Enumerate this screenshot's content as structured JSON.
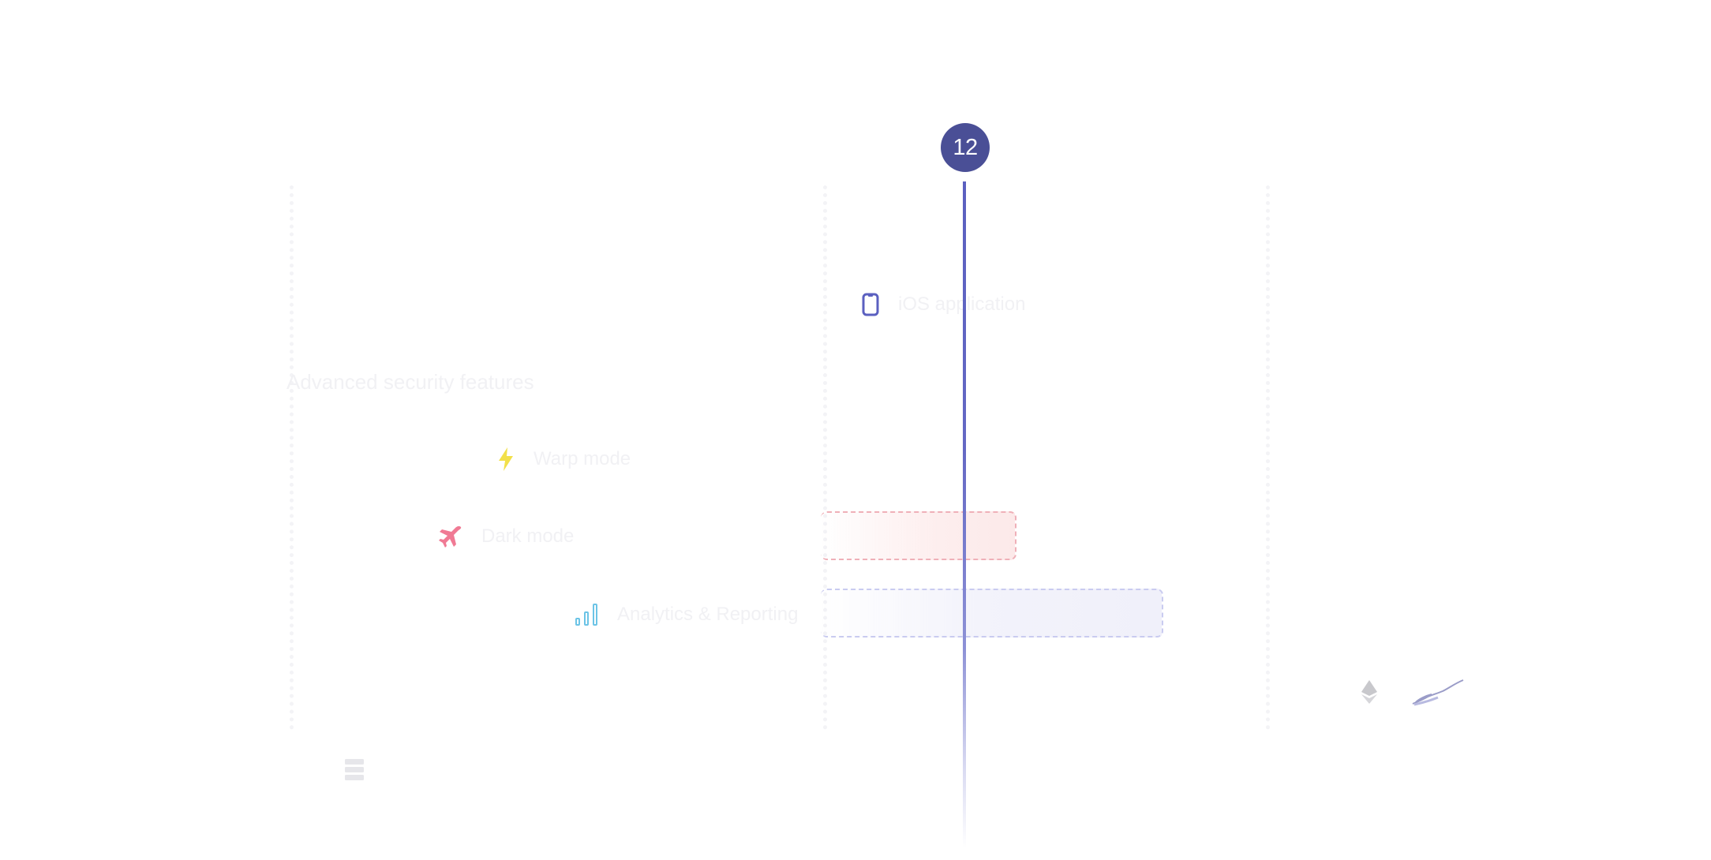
{
  "timeline": {
    "marker_value": "12"
  },
  "section": {
    "title": "Advanced security features"
  },
  "items": [
    {
      "label": "iOS application",
      "icon": "phone-icon",
      "color": "#5b60c0"
    },
    {
      "label": "Warp mode",
      "icon": "lightning-icon",
      "color": "#f2e04a"
    },
    {
      "label": "Dark mode",
      "icon": "airplane-icon",
      "color": "#f07a94"
    },
    {
      "label": "Analytics & Reporting",
      "icon": "bar-chart-icon",
      "color": "#6cc4e6"
    }
  ],
  "progress": [
    {
      "name": "dark-mode-progress",
      "color": "#efb0b8"
    },
    {
      "name": "analytics-progress",
      "color": "#c9cbf0"
    }
  ],
  "footer": {
    "icon": "database-icon"
  },
  "logos": [
    {
      "icon": "ethereum-icon",
      "color": "#c8c8cc"
    },
    {
      "icon": "signature-icon",
      "color": "#9a9cc8"
    }
  ]
}
